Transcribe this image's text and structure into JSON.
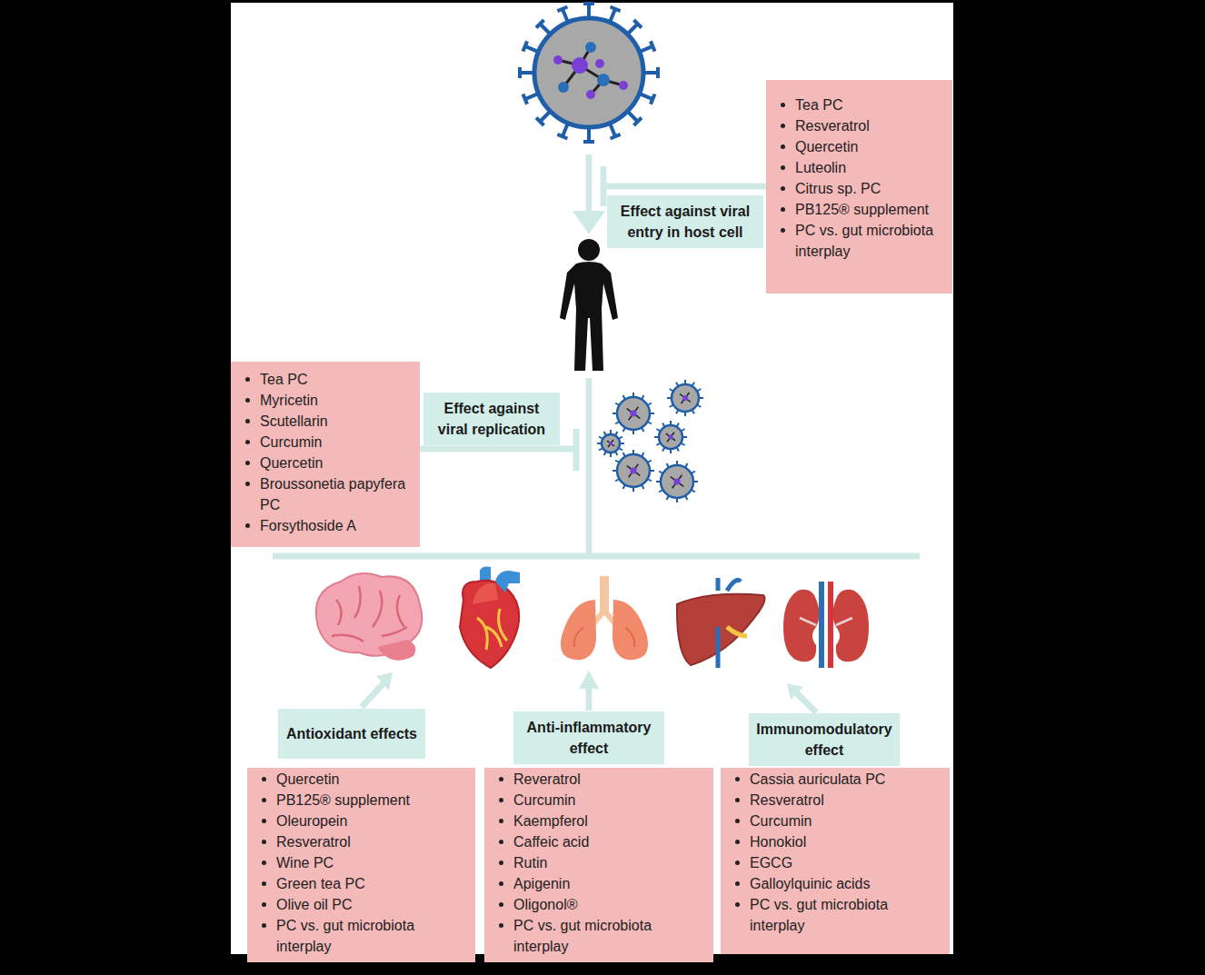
{
  "diagram": {
    "nodes": [
      {
        "text": [
          "Tea PC",
          "Resveratrol",
          "Quercetin",
          "Luteolin",
          "Citrus sp. PC",
          "PB125® supplement",
          "PC vs. gut microbiota interplay"
        ]
      },
      {
        "text": [
          "Effect against viral entry in host cell"
        ]
      },
      {
        "text": [
          "Tea PC",
          "Myricetin",
          "Scutellarin",
          "Curcumin",
          "Quercetin",
          "Broussonetia papyfera PC",
          "Forsythoside A"
        ]
      },
      {
        "text": [
          "Effect against viral replication"
        ]
      },
      {
        "text": [
          "Antioxidant effects"
        ]
      },
      {
        "text": [
          "Anti-inflammatory effect"
        ]
      },
      {
        "text": [
          "Immunomodulatory effect"
        ]
      },
      {
        "text": [
          "Quercetin",
          "PB125® supplement",
          "Oleuropein",
          "Resveratrol",
          "Wine PC",
          "Green tea PC",
          "Olive oil PC",
          "PC vs. gut microbiota interplay"
        ]
      },
      {
        "text": [
          "Reveratrol",
          "Curcumin",
          "Kaempferol",
          "Caffeic acid",
          "Rutin",
          "Apigenin",
          "Oligonol®",
          "PC vs. gut microbiota interplay"
        ]
      },
      {
        "text": [
          "Cassia auriculata PC",
          "Resveratrol",
          "Curcumin",
          "Honokiol",
          "EGCG",
          "Galloylquinic acids",
          "PC vs. gut microbiota interplay"
        ]
      }
    ]
  }
}
